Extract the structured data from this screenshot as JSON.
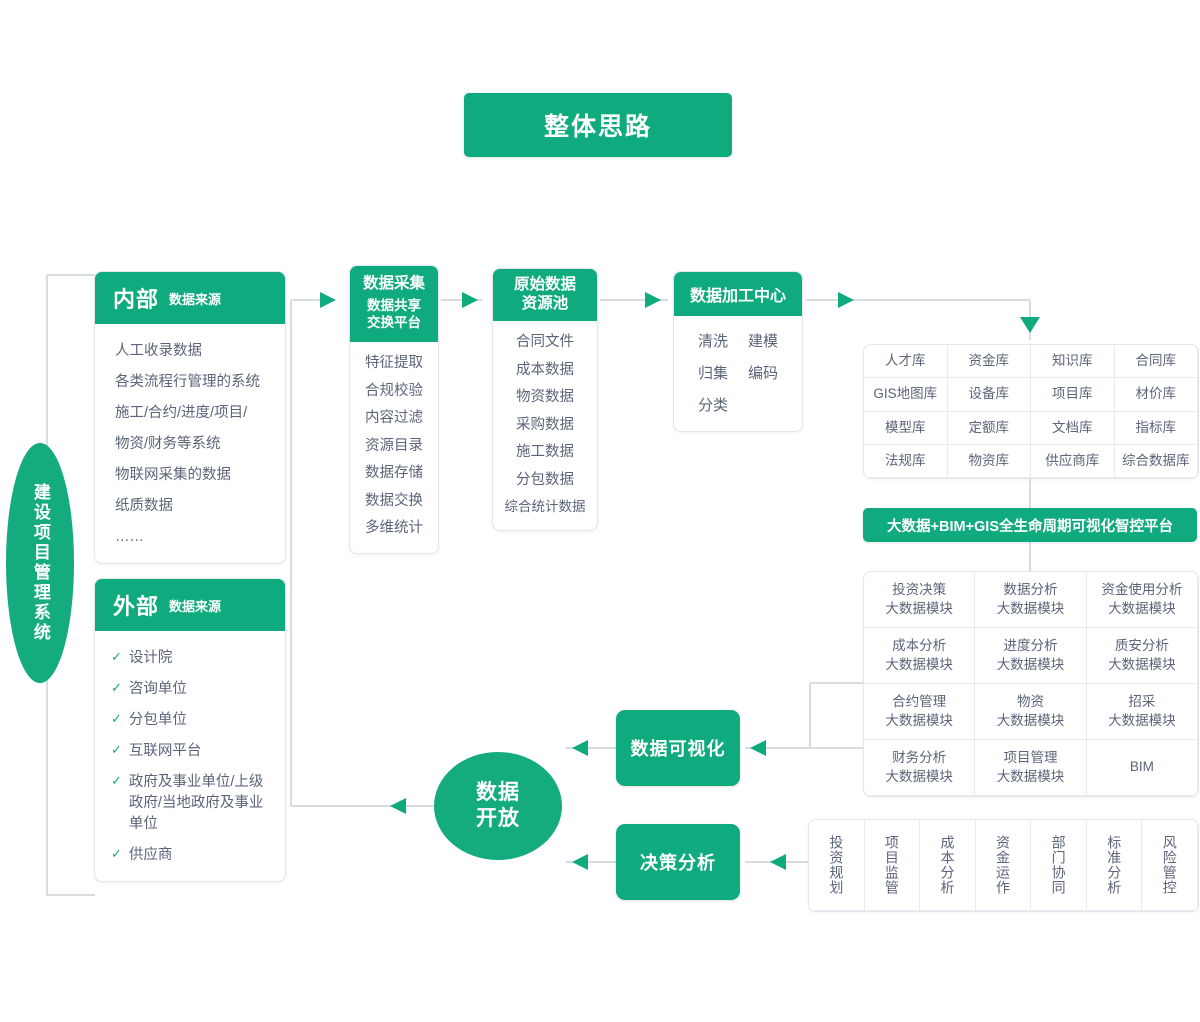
{
  "title": "整体思路",
  "system_label": "建设项目管理系统",
  "internal": {
    "big": "内部",
    "small": "数据来源",
    "items": [
      "人工收录数据",
      "各类流程行管理的系统",
      "施工/合约/进度/项目/",
      "物资/财务等系统",
      "物联网采集的数据",
      "纸质数据",
      "……"
    ]
  },
  "external": {
    "big": "外部",
    "small": "数据来源",
    "tick": "✓",
    "items": [
      "设计院",
      "咨询单位",
      "分包单位",
      "互联网平台",
      "政府及事业单位/上级政府/当地政府及事业单位",
      "供应商"
    ]
  },
  "collection": {
    "head1": "数据采集",
    "head2": "数据共享\n交换平台",
    "items": [
      "特征提取",
      "合规校验",
      "内容过滤",
      "资源目录",
      "数据存储",
      "数据交换",
      "多维统计"
    ]
  },
  "raw_pool": {
    "head1": "原始数据\n资源池",
    "items": [
      "合同文件",
      "成本数据",
      "物资数据",
      "采购数据",
      "施工数据",
      "分包数据",
      "综合统计数据"
    ]
  },
  "processing": {
    "head": "数据加工中心",
    "items": [
      "清洗",
      "建模",
      "归集",
      "编码",
      "分类",
      ""
    ]
  },
  "databases": {
    "cells": [
      "人才库",
      "资金库",
      "知识库",
      "合同库",
      "GIS地图库",
      "设备库",
      "项目库",
      "材价库",
      "模型库",
      "定额库",
      "文档库",
      "指标库",
      "法规库",
      "物资库",
      "供应商库",
      "综合数据库"
    ]
  },
  "platform_bar": "大数据+BIM+GIS全生命周期可视化智控平台",
  "modules": {
    "cells": [
      "投资决策\n大数据模块",
      "数据分析\n大数据模块",
      "资金使用分析\n大数据模块",
      "成本分析\n大数据模块",
      "进度分析\n大数据模块",
      "质安分析\n大数据模块",
      "合约管理\n大数据模块",
      "物资\n大数据模块",
      "招采\n大数据模块",
      "财务分析\n大数据模块",
      "项目管理\n大数据模块",
      "BIM"
    ]
  },
  "bottom_row": {
    "cells": [
      "投资规划",
      "项目监管",
      "成本分析",
      "资金运作",
      "部门协同",
      "标准分析",
      "风险管控"
    ]
  },
  "visualization_box": "数据可视化",
  "decision_box": "决策分析",
  "open_circle": {
    "line1": "数据",
    "line2": "开放"
  },
  "colors": {
    "green": "#0faa7d",
    "line": "#d8dce1",
    "text": "#5b6478"
  }
}
